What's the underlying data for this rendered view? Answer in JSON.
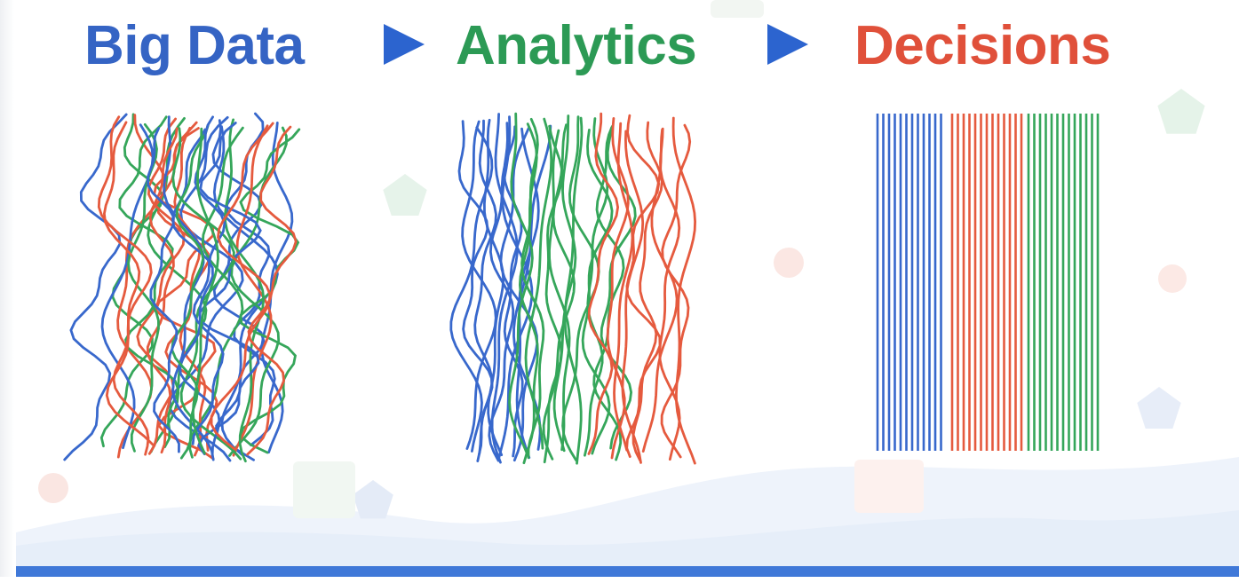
{
  "stages": [
    {
      "label": "Big Data",
      "color": "#3564c4"
    },
    {
      "label": "Analytics",
      "color": "#2c9a55"
    },
    {
      "label": "Decisions",
      "color": "#e0503a"
    }
  ],
  "colors": {
    "blue": "#3868cc",
    "green": "#35a65a",
    "red": "#e55a3e",
    "arrow": "#2c64cf",
    "band": "#3f78d8"
  },
  "icons": [
    "right-arrow-icon",
    "right-arrow-icon",
    "pentagon-decor-icon",
    "circle-decor-icon"
  ]
}
